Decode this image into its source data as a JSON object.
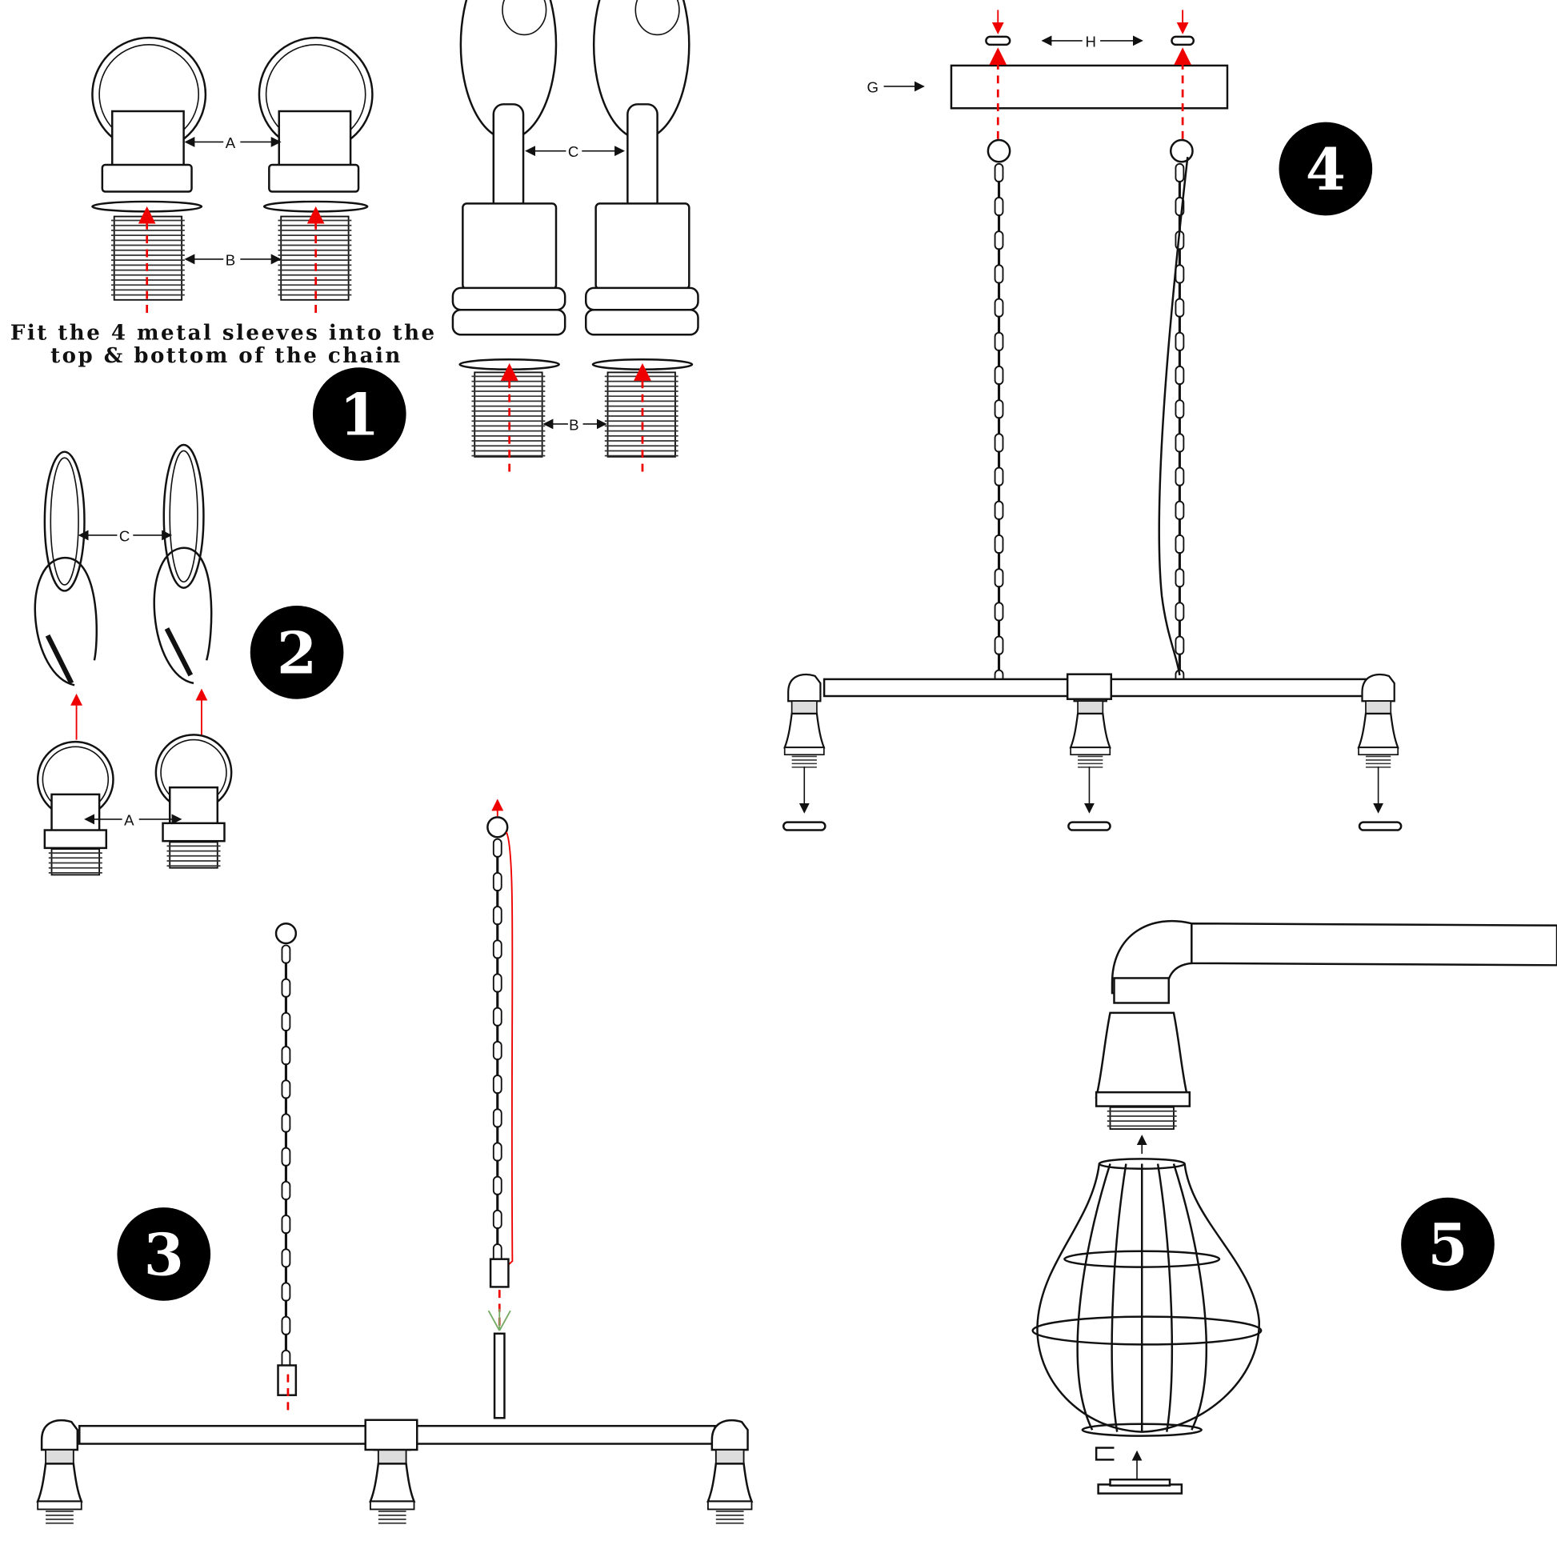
{
  "caption": {
    "line1": "Fit the 4 metal sleeves into the",
    "line2": "top & bottom of the chain"
  },
  "labels": {
    "a": "A",
    "b": "B",
    "c": "C",
    "g": "G",
    "h": "H"
  },
  "steps": [
    "1",
    "2",
    "3",
    "4",
    "5"
  ],
  "colors": {
    "line": "#111111",
    "arrow_red": "#e00000",
    "badge": "#000000"
  }
}
